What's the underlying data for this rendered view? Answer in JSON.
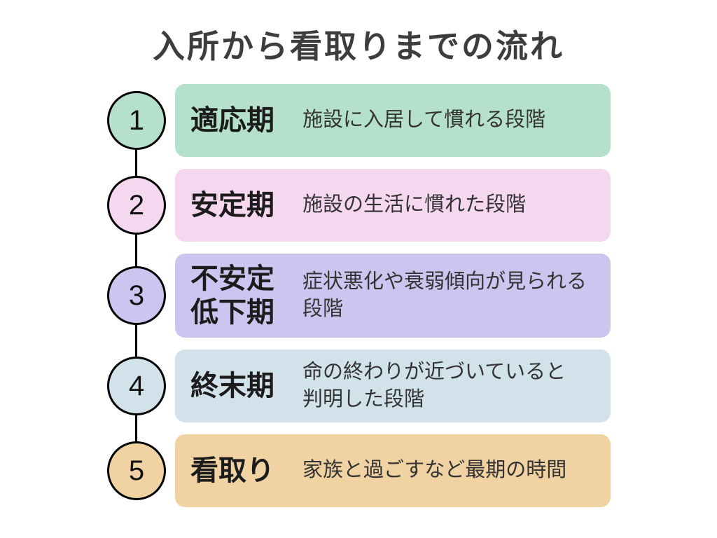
{
  "page": {
    "title": "入所から看取りまでの流れ",
    "background": "#ffffff",
    "connector_color": "#000000"
  },
  "steps": [
    {
      "number": "1",
      "title": "適応期",
      "description": "施設に入居して慣れる段階",
      "color": "#b5e0cb"
    },
    {
      "number": "2",
      "title": "安定期",
      "description": "施設の生活に慣れた段階",
      "color": "#f5d8f0"
    },
    {
      "number": "3",
      "title": "不安定\n低下期",
      "description": "症状悪化や衰弱傾向が見られる\n段階",
      "color": "#ccc5ef"
    },
    {
      "number": "4",
      "title": "終末期",
      "description": "命の終わりが近づいていると\n判明した段階",
      "color": "#d2e2ea"
    },
    {
      "number": "5",
      "title": "看取り",
      "description": "家族と過ごすなど最期の時間",
      "color": "#f0d2a3"
    }
  ]
}
